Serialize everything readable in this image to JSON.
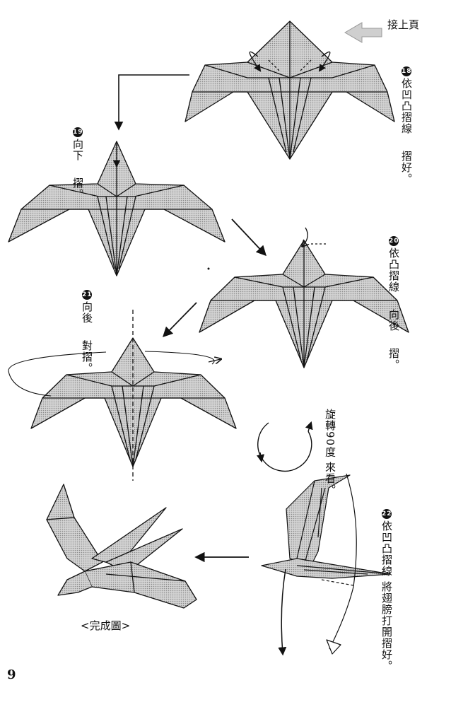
{
  "header": {
    "continue_label": "接上頁"
  },
  "steps": [
    {
      "number": "18",
      "lines": [
        "依凹凸摺線",
        "摺好。"
      ]
    },
    {
      "number": "19",
      "lines": [
        "向下",
        "摺。"
      ]
    },
    {
      "number": "20",
      "lines": [
        "依凸摺線",
        "向後",
        "摺。"
      ]
    },
    {
      "number": "21",
      "lines": [
        "向後",
        "對摺。"
      ]
    },
    {
      "number": "22",
      "lines": [
        "依凹凸摺線",
        "將翅膀打開摺好。"
      ]
    }
  ],
  "rotate_note": {
    "lines": [
      "旋轉90度",
      "來看。"
    ]
  },
  "final_caption": "<完成圖>",
  "page_number": "9",
  "colors": {
    "paper_fill": "#bdbdbd",
    "line": "#111111",
    "background": "#ffffff"
  }
}
